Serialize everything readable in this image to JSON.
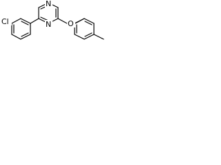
{
  "molecule": {
    "atoms": {
      "chlorine": "Cl",
      "nitrogen_top": "N",
      "nitrogen_bottom": "N",
      "oxygen": "O"
    },
    "colors": {
      "bonds": "#000000",
      "labels": "#000000",
      "background": "#ffffff"
    }
  }
}
